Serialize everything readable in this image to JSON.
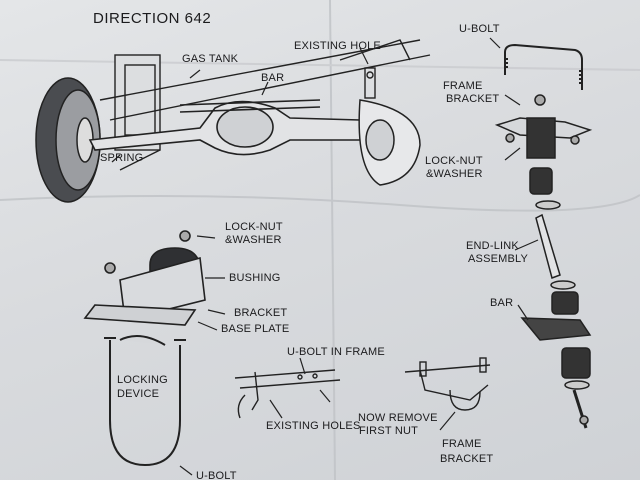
{
  "document": {
    "title": "DIRECTION 642",
    "labels": {
      "gas_tank": "GAS TANK",
      "bar_top": "BAR",
      "existing_hole": "EXISTING HOLE",
      "spring": "SPRING",
      "u_bolt_top": "U-BOLT",
      "frame_bracket_top_1": "FRAME",
      "frame_bracket_top_2": "BRACKET",
      "lock_nut_washer_right_1": "LOCK-NUT",
      "lock_nut_washer_right_2": "&WASHER",
      "lock_nut_washer_left_1": "LOCK-NUT",
      "lock_nut_washer_left_2": "&WASHER",
      "bushing": "BUSHING",
      "bracket": "BRACKET",
      "base_plate": "BASE PLATE",
      "end_link_1": "END-LINK",
      "end_link_2": "ASSEMBLY",
      "bar_right": "BAR",
      "u_bolt_in_frame": "U-BOLT IN FRAME",
      "locking_device_1": "LOCKING",
      "locking_device_2": "DEVICE",
      "existing_holes": "EXISTING HOLES",
      "now_remove_1": "NOW REMOVE",
      "now_remove_2": "FIRST NUT",
      "frame_bracket_bottom_1": "FRAME",
      "frame_bracket_bottom_2": "BRACKET",
      "u_bolt_bottom": "U-BOLT"
    }
  }
}
